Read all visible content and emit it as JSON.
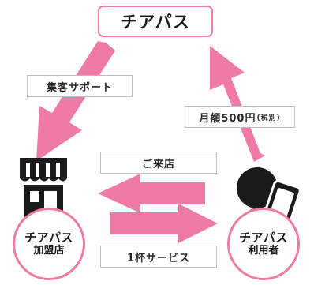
{
  "title": "チアパス",
  "labels": {
    "top_left": "集客サポート",
    "top_right_main": "月額500円",
    "top_right_sub": "(税別)",
    "middle_top": "ご来店",
    "middle_bottom": "1杯サービス"
  },
  "left_node": {
    "line1": "チアパス",
    "line2": "加盟店",
    "icon": "storefront-icon"
  },
  "right_node": {
    "line1": "チアパス",
    "line2": "利用者",
    "icon": "user-with-phone-icon"
  },
  "colors": {
    "accent": "#f07aa6",
    "label_border": "#bdbdbd",
    "text": "#1a1a1a"
  }
}
